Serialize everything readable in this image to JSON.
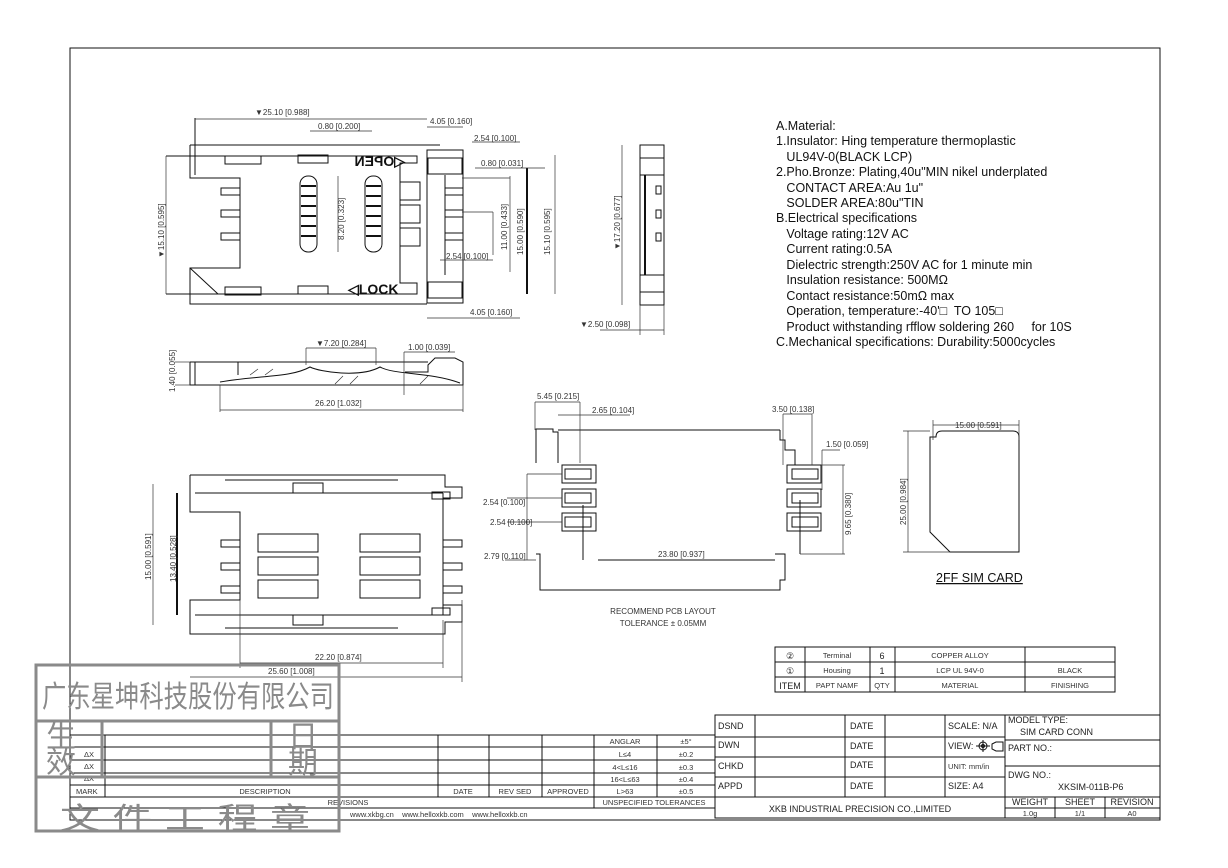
{
  "notes": [
    "A.Material:",
    "1.Insulator: Hing temperature thermoplastic",
    "   UL94V-0(BLACK LCP)",
    "2.Pho.Bronze: Plating,40u\"MIN nikel underplated",
    "   CONTACT AREA:Au 1u\"",
    "   SOLDER AREA:80u\"TIN",
    "B.Electrical specifications",
    "   Voltage rating:12V AC",
    "   Current rating:0.5A",
    "   Dielectric strength:250V AC for 1 minute min",
    "   Insulation resistance: 500MΩ",
    "   Contact resistance:50mΩ max",
    "   Operation, temperature:-40'□  TO 105□",
    "   Product withstanding rfflow soldering 260     for 10S",
    "C.Mechanical specifications: Durability:5000cycles"
  ],
  "markings": {
    "open": "◁OPEN",
    "lock": "◁LOCK"
  },
  "dims": {
    "top": [
      "▼25.10 [0.988]",
      "0.80 [0.200]",
      "4.05 [0.160]",
      "2.54 [0.100]",
      "0.80 [0.031]",
      "11.00 [0.433]",
      "15.00 [0.590]",
      "15.10 [0.595]",
      "2.54 [0.100]",
      "4.05 [0.160]",
      "8.20 [0.323]",
      "▼15.10 [0.595]"
    ],
    "right_side": [
      "▼17.20 [0.677]",
      "▼2.50 [0.098]"
    ],
    "side": [
      "▼7.20 [0.284]",
      "1.00 [0.039]",
      "1.40 [0.055]",
      "26.20 [1.032]"
    ],
    "bottom": [
      "15.00 [0.591]",
      "13.40 [0.528]",
      "22.20 [0.874]",
      "25.60 [1.008]"
    ],
    "pcb": [
      "5.45 [0.215]",
      "2.65 [0.104]",
      "3.50 [0.138]",
      "1.50 [0.059]",
      "2.54 [0.100]",
      "2.54 [0.100]",
      "2.79 [0.110]",
      "23.80 [0.937]",
      "9.65 [0.380]"
    ],
    "sim": [
      "15.00 [0.591]",
      "25.00 [0.984]"
    ]
  },
  "pcb_caption": [
    "RECOMMEND PCB LAYOUT",
    "TOLERANCE ± 0.05MM"
  ],
  "sim_caption": "2FF SIM CARD",
  "parts_table": {
    "rows": [
      [
        "②",
        "Terminal",
        "6",
        "COPPER ALLOY",
        ""
      ],
      [
        "①",
        "Housing",
        "1",
        "LCP UL 94V-0",
        "BLACK"
      ],
      [
        "ITEM",
        "PAPT NAMF",
        "QTY",
        "MATERIAL",
        "FINISHING"
      ]
    ]
  },
  "title_block": {
    "roles": [
      "DSND",
      "DWN",
      "CHKD",
      "APPD"
    ],
    "date_label": "DATE",
    "scale": "SCALE: N/A",
    "view": "VIEW:",
    "unit": "UNIT: mm/in",
    "size": "SIZE: A4",
    "model_type_label": "MODEL TYPE:",
    "model_type": "SIM CARD CONN",
    "part_no_label": "PART NO.:",
    "dwg_no_label": "DWG NO.:",
    "dwg_no": "XKSIM-011B-P6",
    "company": "XKB INDUSTRIAL PRECISION CO.,LIMITED",
    "weight_label": "WEIGHT",
    "weight": "1.0g",
    "sheet_label": "SHEET",
    "sheet": "1/1",
    "revision_label": "REVISION",
    "revision": "A0"
  },
  "revisions": {
    "marks": [
      "ΔX",
      "ΔX",
      "ΔX"
    ],
    "headers": [
      "MARK",
      "DESCRIPTION",
      "DATE",
      "REV SED",
      "APPROVED"
    ],
    "title": "REVISIONS",
    "websites": "www.xkbg.cn    www.helloxkb.com    www.helloxkb.cn"
  },
  "tolerances": {
    "rows": [
      [
        "ANGLAR",
        "±5°"
      ],
      [
        "L≤4",
        "±0.2"
      ],
      [
        "4<L≤16",
        "±0.3"
      ],
      [
        "16<L≤63",
        "±0.4"
      ],
      [
        "L>63",
        "±0.5"
      ]
    ],
    "title": "UNSPECIFIED TOLERANCES"
  },
  "stamp": {
    "company": "广东星坤科技股份有限公司",
    "effective": [
      "生",
      "效"
    ],
    "date": [
      "日",
      "期"
    ],
    "seal": "文 件 工 程 章"
  }
}
